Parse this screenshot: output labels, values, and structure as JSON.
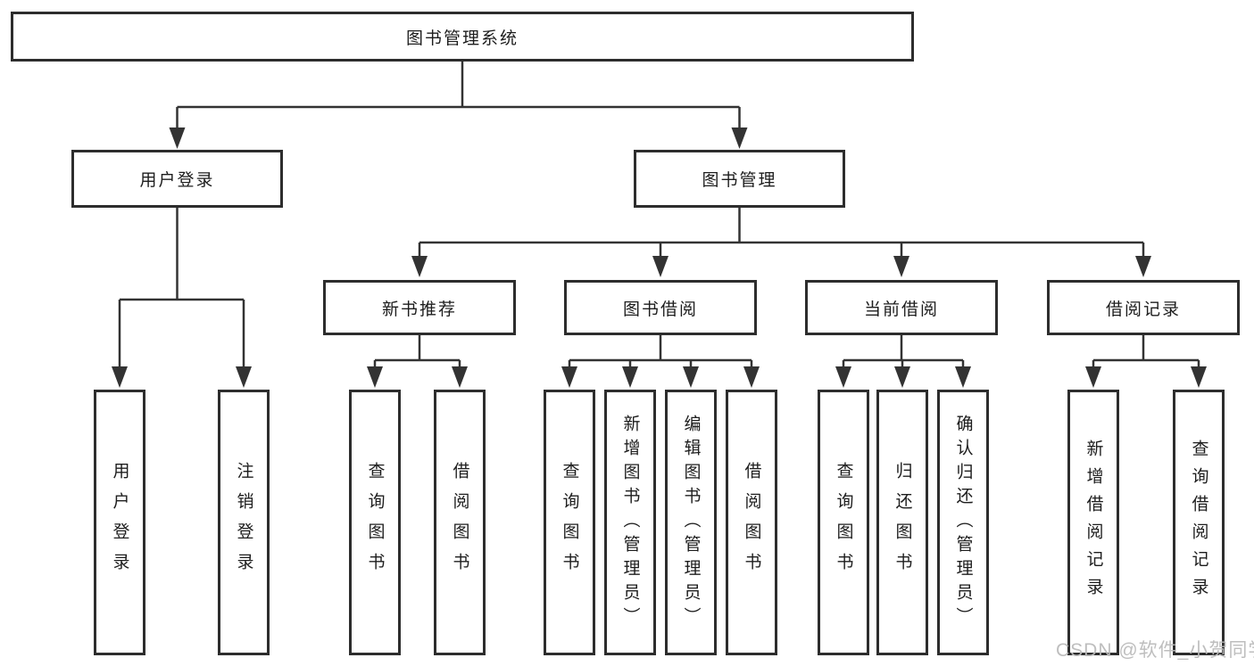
{
  "diagram": {
    "root": "图书管理系统",
    "login": {
      "label": "用户登录",
      "children": [
        "用户登录",
        "注销登录"
      ]
    },
    "manage": {
      "label": "图书管理",
      "sections": [
        {
          "label": "新书推荐",
          "children": [
            "查询图书",
            "借阅图书"
          ]
        },
        {
          "label": "图书借阅",
          "children": [
            "查询图书",
            "新增图书（管理员）",
            "编辑图书（管理员）",
            "借阅图书"
          ]
        },
        {
          "label": "当前借阅",
          "children": [
            "查询图书",
            "归还图书",
            "确认归还（管理员）"
          ]
        },
        {
          "label": "借阅记录",
          "children": [
            "新增借阅记录",
            "查询借阅记录"
          ]
        }
      ]
    },
    "line_color": "#333333",
    "box_border_color": "#2d2d2d",
    "background_color": "#ffffff"
  },
  "watermark": "CSDN @软件_小贺同学"
}
